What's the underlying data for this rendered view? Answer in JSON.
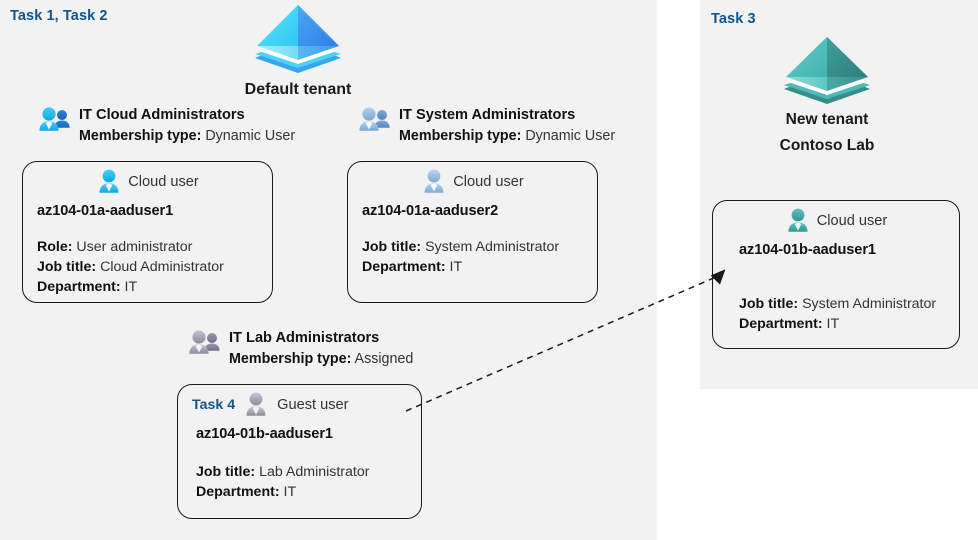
{
  "panels": {
    "left": {
      "task_label": "Task 1, Task 2"
    },
    "right": {
      "task_label": "Task 3"
    }
  },
  "tenants": [
    {
      "id": "default-tenant",
      "icon": "azure-ad-tenant-icon",
      "name_line1": "Default tenant",
      "name_line2": "",
      "accent": "#35c0f0"
    },
    {
      "id": "new-tenant",
      "icon": "azure-ad-tenant-icon",
      "name_line1": "New  tenant",
      "name_line2": "Contoso Lab",
      "accent": "#3fb3ae"
    }
  ],
  "groups": [
    {
      "id": "it-cloud-administrators",
      "icon": "users-group-icon",
      "title": "IT Cloud Administrators",
      "meta_label": "Membership type:",
      "meta_value": "Dynamic User",
      "accent": "#27b5ef"
    },
    {
      "id": "it-system-administrators",
      "icon": "users-group-icon",
      "title": "IT System Administrators",
      "meta_label": "Membership type:",
      "meta_value": "Dynamic User",
      "accent": "#9dbfe0"
    },
    {
      "id": "it-lab-administrators",
      "icon": "users-group-icon",
      "title": "IT Lab Administrators",
      "meta_label": "Membership type:",
      "meta_value": "Assigned",
      "accent": "#9c9cb0"
    }
  ],
  "cards": [
    {
      "id": "az104-01a-aaduser1",
      "task_tag": "",
      "user_type": "Cloud user",
      "icon": "cloud-user-icon",
      "accent": "#27b5ef",
      "name": "az104-01a-aaduser1",
      "props": [
        {
          "label": "Role:",
          "value": "User administrator"
        },
        {
          "label": "Job title:",
          "value": "Cloud Administrator"
        },
        {
          "label": "Department:",
          "value": "IT"
        }
      ]
    },
    {
      "id": "az104-01a-aaduser2",
      "task_tag": "",
      "user_type": "Cloud user",
      "icon": "cloud-user-icon",
      "accent": "#9dbfe0",
      "name": "az104-01a-aaduser2",
      "props": [
        {
          "label": "Job title:",
          "value": "System Administrator"
        },
        {
          "label": "Department:",
          "value": "IT"
        }
      ]
    },
    {
      "id": "az104-01b-aaduser1-new-tenant",
      "task_tag": "",
      "user_type": "Cloud user",
      "icon": "cloud-user-icon",
      "accent": "#3fa8a5",
      "name": "az104-01b-aaduser1",
      "props": [
        {
          "label": "Job title:",
          "value": "System Administrator"
        },
        {
          "label": "Department:",
          "value": "IT"
        }
      ]
    },
    {
      "id": "az104-01b-aaduser1-guest",
      "task_tag": "Task 4",
      "user_type": "Guest user",
      "icon": "guest-user-icon",
      "accent": "#9c9cb0",
      "name": "az104-01b-aaduser1",
      "props": [
        {
          "label": "Job title:",
          "value": "Lab Administrator"
        },
        {
          "label": "Department:",
          "value": "IT"
        }
      ]
    }
  ],
  "connector": {
    "name": "guest-invite-arrow",
    "style": "dashed",
    "color": "#1a1a1a"
  },
  "colors": {
    "panel_bg": "#f2f2f2",
    "task_label": "#12558c",
    "text": "#1a1a1a",
    "border": "#1a1a1a"
  }
}
